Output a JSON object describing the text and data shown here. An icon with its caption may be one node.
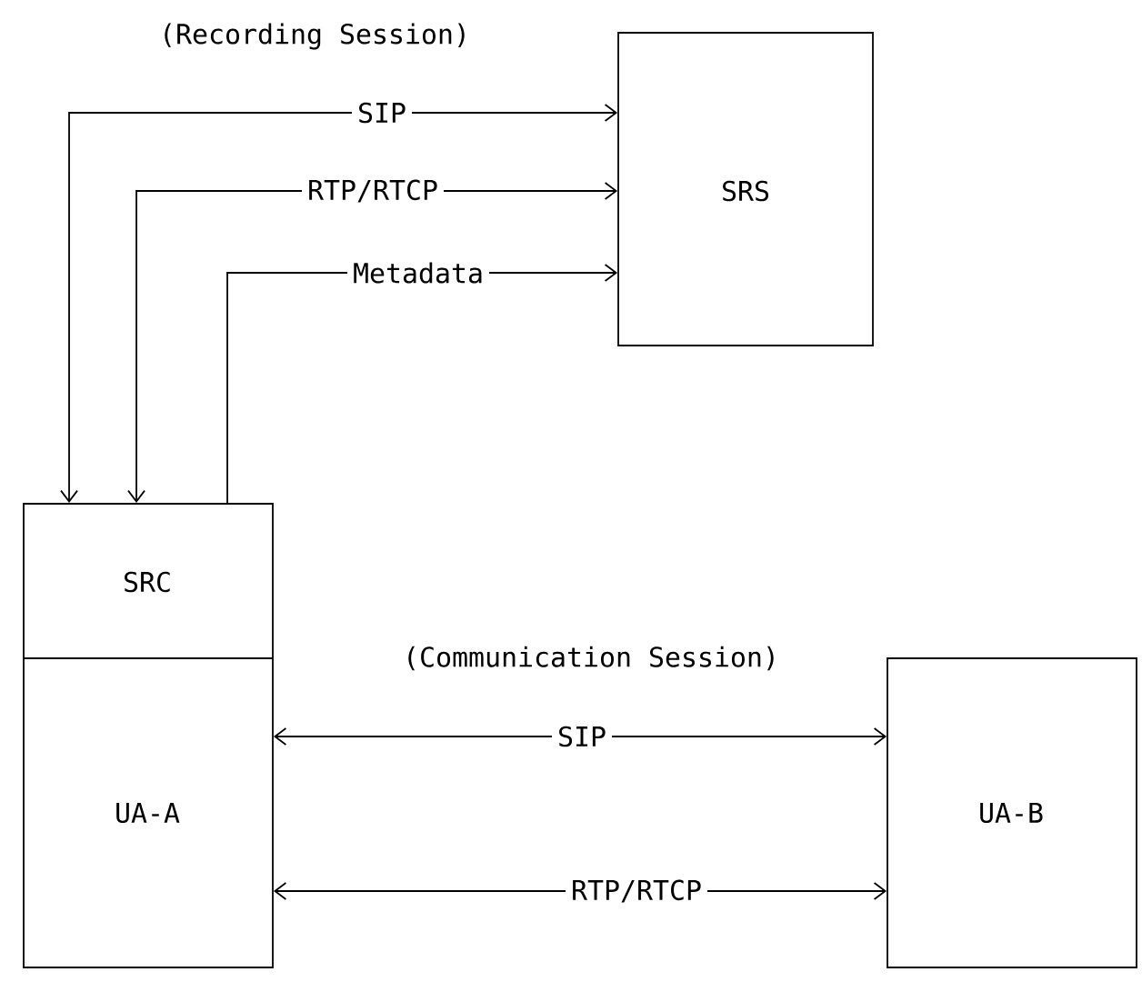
{
  "diagram": {
    "nodes": [
      {
        "text": [
          "SRS"
        ]
      },
      {
        "text": [
          "SRC",
          "UA-A"
        ]
      },
      {
        "text": [
          "UA-B"
        ]
      }
    ],
    "edges": [
      {
        "from": 1,
        "to": 0,
        "arrow": "both",
        "label": "SIP"
      },
      {
        "from": 1,
        "to": 0,
        "arrow": "both",
        "label": "RTP/RTCP"
      },
      {
        "from": 1,
        "to": 0,
        "arrow": "to",
        "label": "Metadata"
      },
      {
        "from": 1,
        "to": 2,
        "arrow": "both",
        "label": "SIP"
      },
      {
        "from": 1,
        "to": 2,
        "arrow": "both",
        "label": "RTP/RTCP"
      }
    ],
    "labels": [
      "(Recording Session)",
      "(Communication Session)"
    ]
  }
}
